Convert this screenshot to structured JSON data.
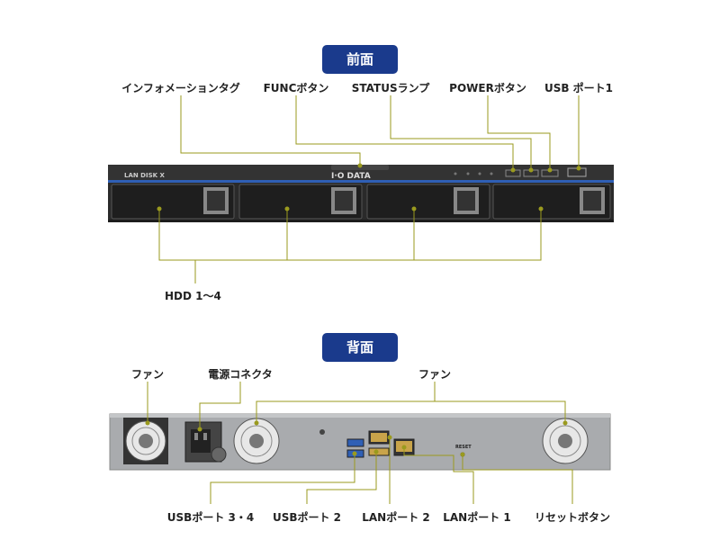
{
  "front": {
    "title": "前面",
    "labels": {
      "info_tag": "インフォメーションタグ",
      "func_button": "FUNCボタン",
      "status_lamp": "STATUSランプ",
      "power_button": "POWERボタン",
      "usb_port1": "USB ポート1",
      "hdd": "HDD 1〜4"
    },
    "device": {
      "model_text": "LAN DISK X",
      "brand_text": "I·O DATA"
    }
  },
  "rear": {
    "title": "背面",
    "labels": {
      "fan_left": "ファン",
      "power_connector": "電源コネクタ",
      "fan_right": "ファン",
      "usb_port34": "USBポート 3・4",
      "usb_port2": "USBポート 2",
      "lan_port2": "LANポート 2",
      "lan_port1": "LANポート 1",
      "reset_button": "リセットボタン"
    },
    "device": {
      "reset_text": "RESET"
    }
  },
  "colors": {
    "badge_bg": "#1a3a8c",
    "leader_line": "#9a9a1e",
    "chassis_front": "#2b2b2b",
    "chassis_rear": "#a9abae"
  }
}
